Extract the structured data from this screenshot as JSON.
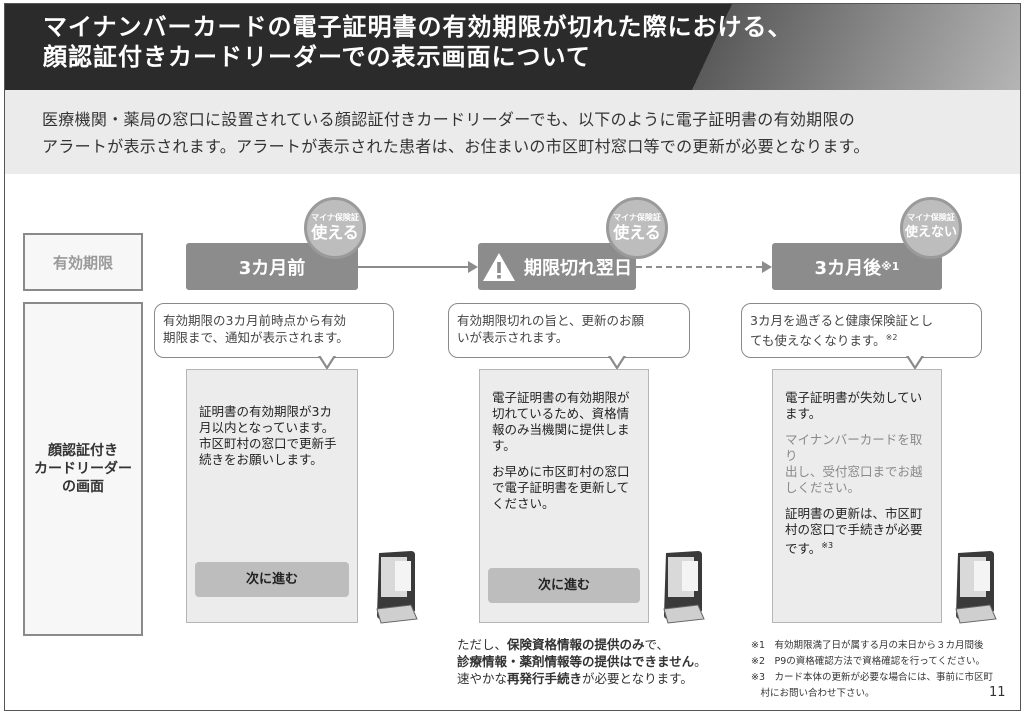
{
  "title": {
    "line1": "マイナンバーカードの電子証明書の有効期限が切れた際における、",
    "line2": "顔認証付きカードリーダーでの表示画面について"
  },
  "intro": {
    "line1": "医療機関・薬局の窓口に設置されている顔認証付きカードリーダーでも、以下のように電子証明書の有効期限の",
    "line2": "アラートが表示されます。アラートが表示された患者は、お住まいの市区町村窓口等での更新が必要となります。"
  },
  "row_labels": {
    "expiry": "有効期限",
    "reader_line1": "顔認証付き",
    "reader_line2": "カードリーダー",
    "reader_line3": "の画面"
  },
  "stages": [
    {
      "label": "3カ月前",
      "badge_top": "マイナ保険証",
      "badge_main": "使える",
      "bubble_line1": "有効期限の3カ月前時点から有効",
      "bubble_line2": "期限まで、通知が表示されます。",
      "screen_line1": "証明書の有効期限が3カ",
      "screen_line2": "月以内となっています。",
      "screen_line3": "市区町村の窓口で更新手",
      "screen_line4": "続きをお願いします。",
      "button": "次に進む"
    },
    {
      "label": "期限切れ翌日",
      "badge_top": "マイナ保険証",
      "badge_main": "使える",
      "bubble_line1": "有効期限切れの旨と、更新のお願",
      "bubble_line2": "いが表示されます。",
      "screen_line1": "電子証明書の有効期限が",
      "screen_line2": "切れているため、資格情",
      "screen_line3": "報のみ当機関に提供しま",
      "screen_line4": "す。",
      "screen_line5": "お早めに市区町村の窓口",
      "screen_line6": "で電子証明書を更新して",
      "screen_line7": "ください。",
      "button": "次に進む"
    },
    {
      "label": "3カ月後",
      "label_sup": "※1",
      "badge_top": "マイナ保険証",
      "badge_main": "使えない",
      "bubble_line1": "3カ月を過ぎると健康保険証とし",
      "bubble_line2": "ても使えなくなります。",
      "bubble_sup": "※2",
      "screen_line1": "電子証明書が失効してい",
      "screen_line2": "ます。",
      "screen_line3": "マイナンバーカードを取り",
      "screen_line4": "出し、受付窓口までお越",
      "screen_line5": "しください。",
      "screen_line6": "証明書の更新は、市区町",
      "screen_line7": "村の窓口で手続きが必要",
      "screen_line8": "です。",
      "screen_sup": "※3"
    }
  ],
  "note": {
    "p1": "ただし、",
    "b1": "保険資格情報の提供のみ",
    "p2": "で、",
    "b2": "診療情報・薬剤情報等の提供はできません",
    "p3": "。",
    "p4": "速やかな",
    "b3": "再発行手続き",
    "p5": "が必要となります。"
  },
  "footnotes": {
    "fn1": "※1　有効期限満了日が属する月の末日から３カ月間後",
    "fn2": "※2　P9の資格確認方法で資格確認を行ってください。",
    "fn3a": "※3　カード本体の更新が必要な場合には、事前に市区町",
    "fn3b": "　村にお問い合わせ下さい。"
  },
  "page_number": "11",
  "colors": {
    "title_bg": "#2b2b2b",
    "intro_bg": "#ebebeb",
    "stage_bg": "#8c8c8c",
    "screen_bg": "#ececec"
  }
}
